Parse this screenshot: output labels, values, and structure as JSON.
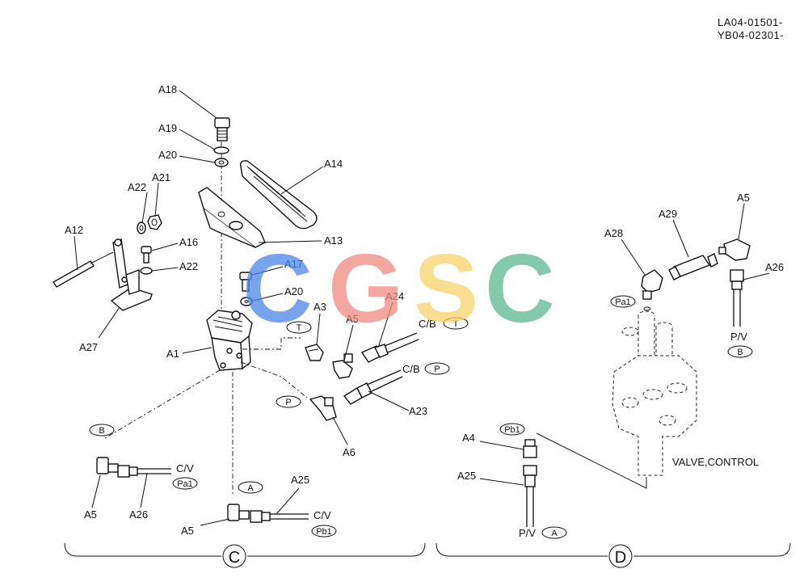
{
  "header": {
    "code_line_1": "LA04-01501-",
    "code_line_2": "YB04-02301-"
  },
  "watermark": {
    "letters": [
      "C",
      "G",
      "S",
      "C"
    ],
    "colors": [
      "#4a86e8",
      "#f08a7e",
      "#f7d36a",
      "#5bb891"
    ]
  },
  "parts_left": {
    "A18": "A18",
    "A19": "A19",
    "A20_top": "A20",
    "A21": "A21",
    "A22_top": "A22",
    "A14": "A14",
    "A13": "A13",
    "A12": "A12",
    "A16": "A16",
    "A22_mid": "A22",
    "A17": "A17",
    "A20_mid": "A20",
    "A3": "A3",
    "A5_mid": "A5",
    "A24": "A24",
    "A27": "A27",
    "A1": "A1",
    "A23": "A23",
    "A6": "A6",
    "A5_lower_left": "A5",
    "A26_lower_left": "A26",
    "A25_bottom": "A25",
    "A5_bottom": "A5"
  },
  "ports_left": {
    "T": "T",
    "P": "P",
    "B": "B",
    "A": "A",
    "cb_t_text": "C/B",
    "cb_t_oval": "T",
    "cb_p_text": "C/B",
    "cb_p_oval": "P",
    "cv_pa1_text": "C/V",
    "cv_pa1_oval": "Pa1",
    "cv_pb1_text": "C/V",
    "cv_pb1_oval": "Pb1"
  },
  "parts_right": {
    "A29": "A29",
    "A5_top": "A5",
    "A28": "A28",
    "A26_right": "A26",
    "A4": "A4",
    "A25_right": "A25",
    "valve_label": "VALVE,CONTROL"
  },
  "ports_right": {
    "pa1": "Pa1",
    "pv_b_text": "P/V",
    "pv_b_oval": "B",
    "pb1": "Pb1",
    "pv_a_text": "P/V",
    "pv_a_oval": "A"
  },
  "sections": {
    "left": "C",
    "right": "D"
  }
}
